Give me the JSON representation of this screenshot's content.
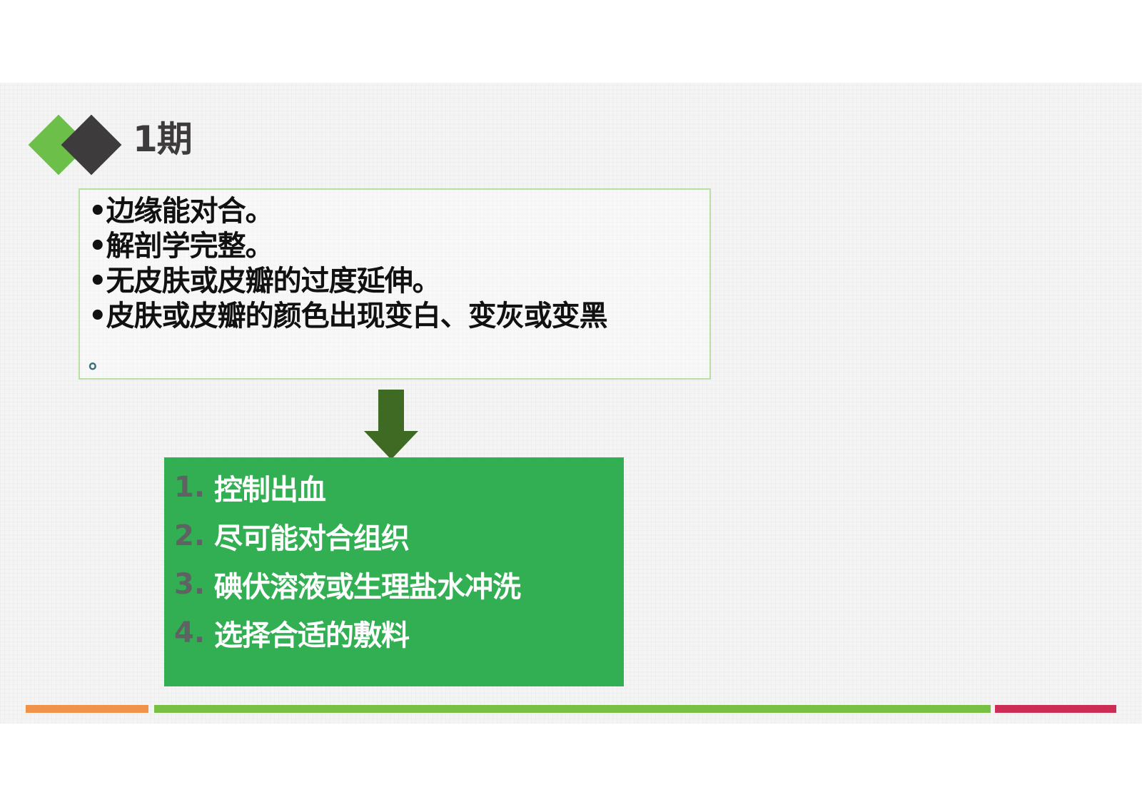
{
  "heading": {
    "title": "1期"
  },
  "criteria": {
    "lines": [
      "•边缘能对合。",
      "•解剖学完整。",
      "•无皮肤或皮瓣的过度延伸。",
      "•皮肤或皮瓣的颜色出现变白、变灰或变黑"
    ],
    "trailing": "。"
  },
  "steps": [
    {
      "num": "1.",
      "text": "控制出血"
    },
    {
      "num": "2.",
      "text": "尽可能对合组织"
    },
    {
      "num": "3.",
      "text": "碘伏溶液或生理盐水冲洗"
    },
    {
      "num": "4.",
      "text": "选择合适的敷料"
    }
  ],
  "colors": {
    "accent_green": "#6cc04a",
    "dark": "#3d3b3c",
    "steps_bg": "#31af52",
    "arrow": "#3e6a24",
    "bar_orange": "#f0924a",
    "bar_green": "#78c043",
    "bar_red": "#cc2d55"
  }
}
